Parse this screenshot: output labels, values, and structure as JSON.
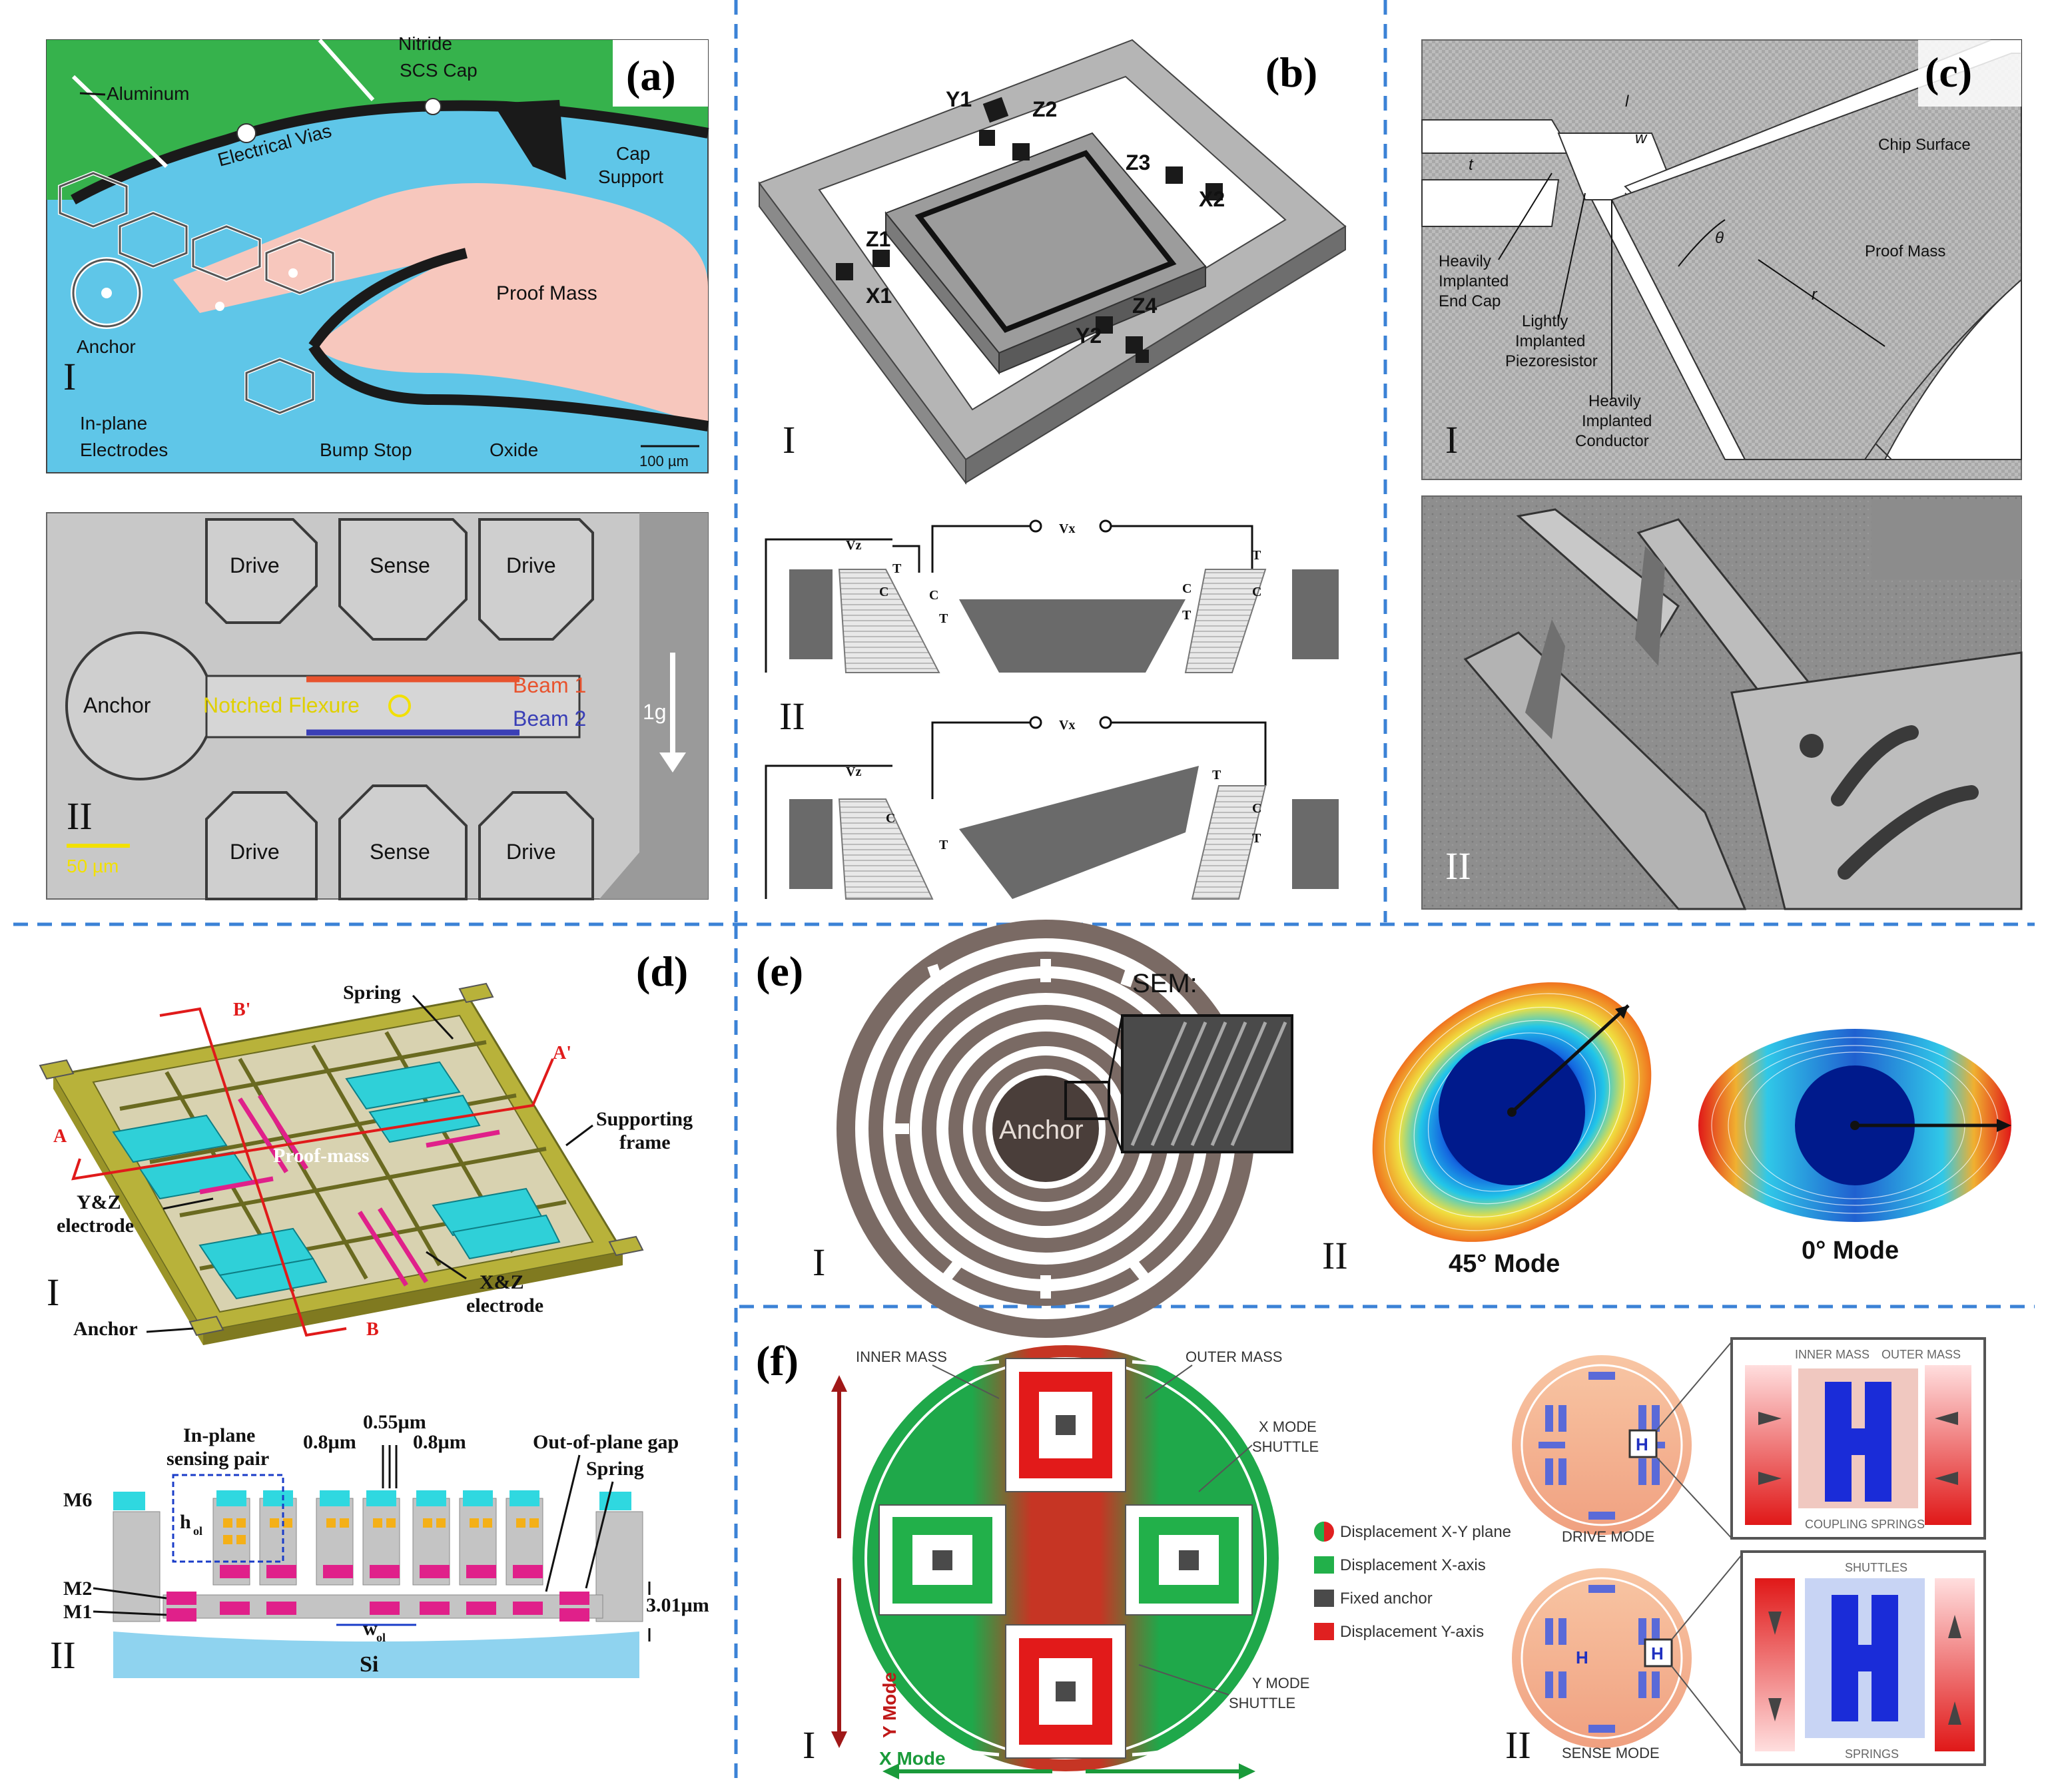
{
  "colors": {
    "divider": "#3b82d6",
    "oxide": "#5fc6e8",
    "cap": "#3fb85a",
    "proof_mass_pink": "#f7c7bd",
    "beam1": "#e8532e",
    "beam2": "#3a3fb6",
    "notched": "#f2e000",
    "yellow_gold": "#b8b23a",
    "cyan_finger": "#2fd0d8",
    "magenta": "#e0208a",
    "green_mass": "#1f9a3a",
    "red_shuttle": "#e21a1a",
    "brown_spiral": "#7a6a64",
    "anchor_dark": "#4a3e3a"
  },
  "panel_a": {
    "letter": "(a)",
    "sub_I": "I",
    "sub_II": "II",
    "labels": {
      "aluminum": "Aluminum",
      "nitride": "Nitride",
      "scs_cap": "SCS Cap",
      "electrical_vias": "Electrical Vias",
      "cap_support_1": "Cap",
      "cap_support_2": "Support",
      "proof_mass": "Proof Mass",
      "anchor": "Anchor",
      "inplane_1": "In-plane",
      "inplane_2": "Electrodes",
      "bump_stop": "Bump Stop",
      "oxide": "Oxide",
      "scale": "100 µm"
    },
    "sem_labels": {
      "drive": "Drive",
      "sense": "Sense",
      "anchor": "Anchor",
      "notched": "Notched Flexure",
      "beam1": "Beam 1",
      "beam2": "Beam 2",
      "g": "1g",
      "scale": "50 µm"
    }
  },
  "panel_b": {
    "letter": "(b)",
    "sub_I": "I",
    "sub_II": "II",
    "labels": {
      "y1": "Y1",
      "z2": "Z2",
      "z3": "Z3",
      "x2": "X2",
      "z1": "Z1",
      "x1": "X1",
      "z4": "Z4",
      "y2": "Y2"
    },
    "circuit": {
      "vz": "Vz",
      "vx": "Vx",
      "t": "T",
      "c": "C"
    }
  },
  "panel_c": {
    "letter": "(c)",
    "sub_I": "I",
    "sub_II": "II",
    "labels": {
      "chip_surface": "Chip Surface",
      "proof_mass": "Proof Mass",
      "heavily_end_1": "Heavily",
      "heavily_end_2": "Implanted",
      "heavily_end_3": "End Cap",
      "lightly_1": "Lightly",
      "lightly_2": "Implanted",
      "lightly_3": "Piezoresistor",
      "conductor_1": "Heavily",
      "conductor_2": "Implanted",
      "conductor_3": "Conductor",
      "l": "l",
      "w": "w",
      "t": "t",
      "theta": "θ",
      "r": "r"
    }
  },
  "panel_d": {
    "letter": "(d)",
    "sub_I": "I",
    "sub_II": "II",
    "labels": {
      "spring": "Spring",
      "b_prime": "B'",
      "a_prime": "A'",
      "a": "A",
      "b": "B",
      "supporting_1": "Supporting",
      "supporting_2": "frame",
      "proof_mass": "Proof-mass",
      "yz_1": "Y&Z",
      "yz_2": "electrode",
      "xz_1": "X&Z",
      "xz_2": "electrode",
      "anchor": "Anchor"
    },
    "cross": {
      "inplane_1": "In-plane",
      "inplane_2": "sensing pair",
      "d1": "0.8µm",
      "d2": "0.55µm",
      "d3": "0.8µm",
      "oop_gap": "Out-of-plane gap",
      "spring": "Spring",
      "m6": "M6",
      "m2": "M2",
      "m1": "M1",
      "hol": "h",
      "hol_sub": "ol",
      "wol": "w",
      "wol_sub": "ol",
      "gap_val": "3.01µm",
      "si": "Si"
    }
  },
  "panel_e": {
    "letter": "(e)",
    "sub_I": "I",
    "sub_II": "II",
    "labels": {
      "sem": "SEM:",
      "anchor": "Anchor",
      "mode45": "45° Mode",
      "mode0": "0° Mode"
    }
  },
  "panel_f": {
    "letter": "(f)",
    "sub_I": "I",
    "sub_II": "II",
    "labels": {
      "inner_mass": "INNER MASS",
      "outer_mass": "OUTER MASS",
      "x_mode_shuttle_1": "X MODE",
      "x_mode_shuttle_2": "SHUTTLE",
      "y_mode_shuttle_1": "Y MODE",
      "y_mode_shuttle_2": "SHUTTLE",
      "y_mode": "Y Mode",
      "x_mode": "X Mode"
    },
    "legend": [
      {
        "label": "Displacement X-Y plane",
        "color": "split"
      },
      {
        "label": "Displacement X-axis",
        "color": "#22b04a"
      },
      {
        "label": "Fixed anchor",
        "color": "#4a4a4a"
      },
      {
        "label": "Displacement Y-axis",
        "color": "#e02020"
      }
    ],
    "mode_labels": {
      "drive": "DRIVE MODE",
      "sense": "SENSE MODE",
      "inner": "INNER MASS",
      "outer": "OUTER MASS",
      "coupling": "COUPLING SPRINGS",
      "shuttles": "SHUTTLES",
      "springs": "SPRINGS",
      "h": "H"
    }
  }
}
